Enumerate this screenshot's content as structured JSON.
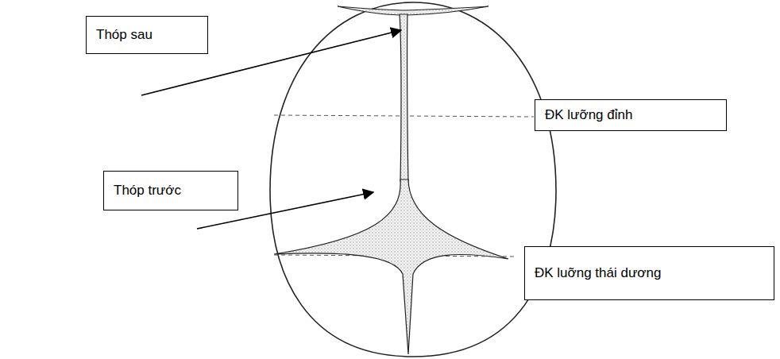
{
  "diagram": {
    "nodes": [
      {
        "text": [
          "Thóp sau"
        ]
      },
      {
        "text": [
          "ĐK lưỡng đỉnh"
        ]
      },
      {
        "text": [
          "Thóp trước"
        ]
      },
      {
        "text": [
          "ĐK luỡng thái dương"
        ]
      }
    ]
  }
}
